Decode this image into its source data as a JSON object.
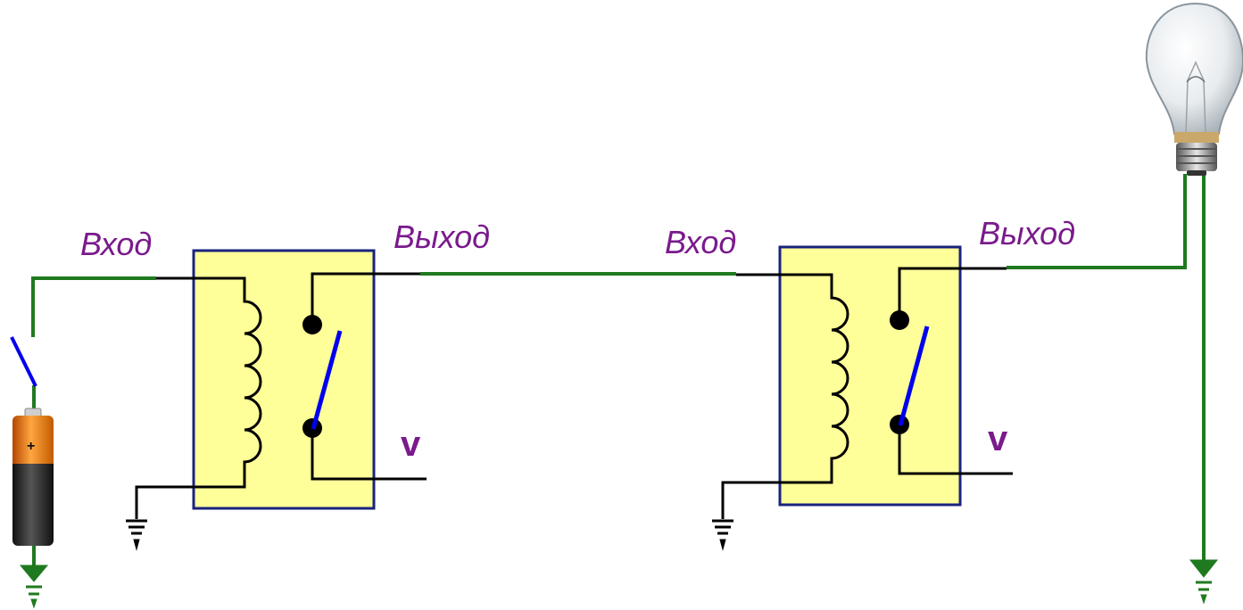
{
  "colors": {
    "label": "#7a1a8c",
    "wire_green": "#1f7a1f",
    "wire_black": "#000000",
    "switch_blue": "#0000ee",
    "relay_fill": "#ffff99",
    "relay_border": "#1a237e"
  },
  "labels": {
    "relay1_input": "Вход",
    "relay1_output": "Выход",
    "relay2_input": "Вход",
    "relay2_output": "Выход",
    "relay1_power": "V",
    "relay2_power": "V"
  },
  "components": {
    "battery_icon": "battery-icon",
    "bulb_icon": "light-bulb-icon",
    "ground_icon": "ground-icon",
    "battery_sign": "+"
  }
}
